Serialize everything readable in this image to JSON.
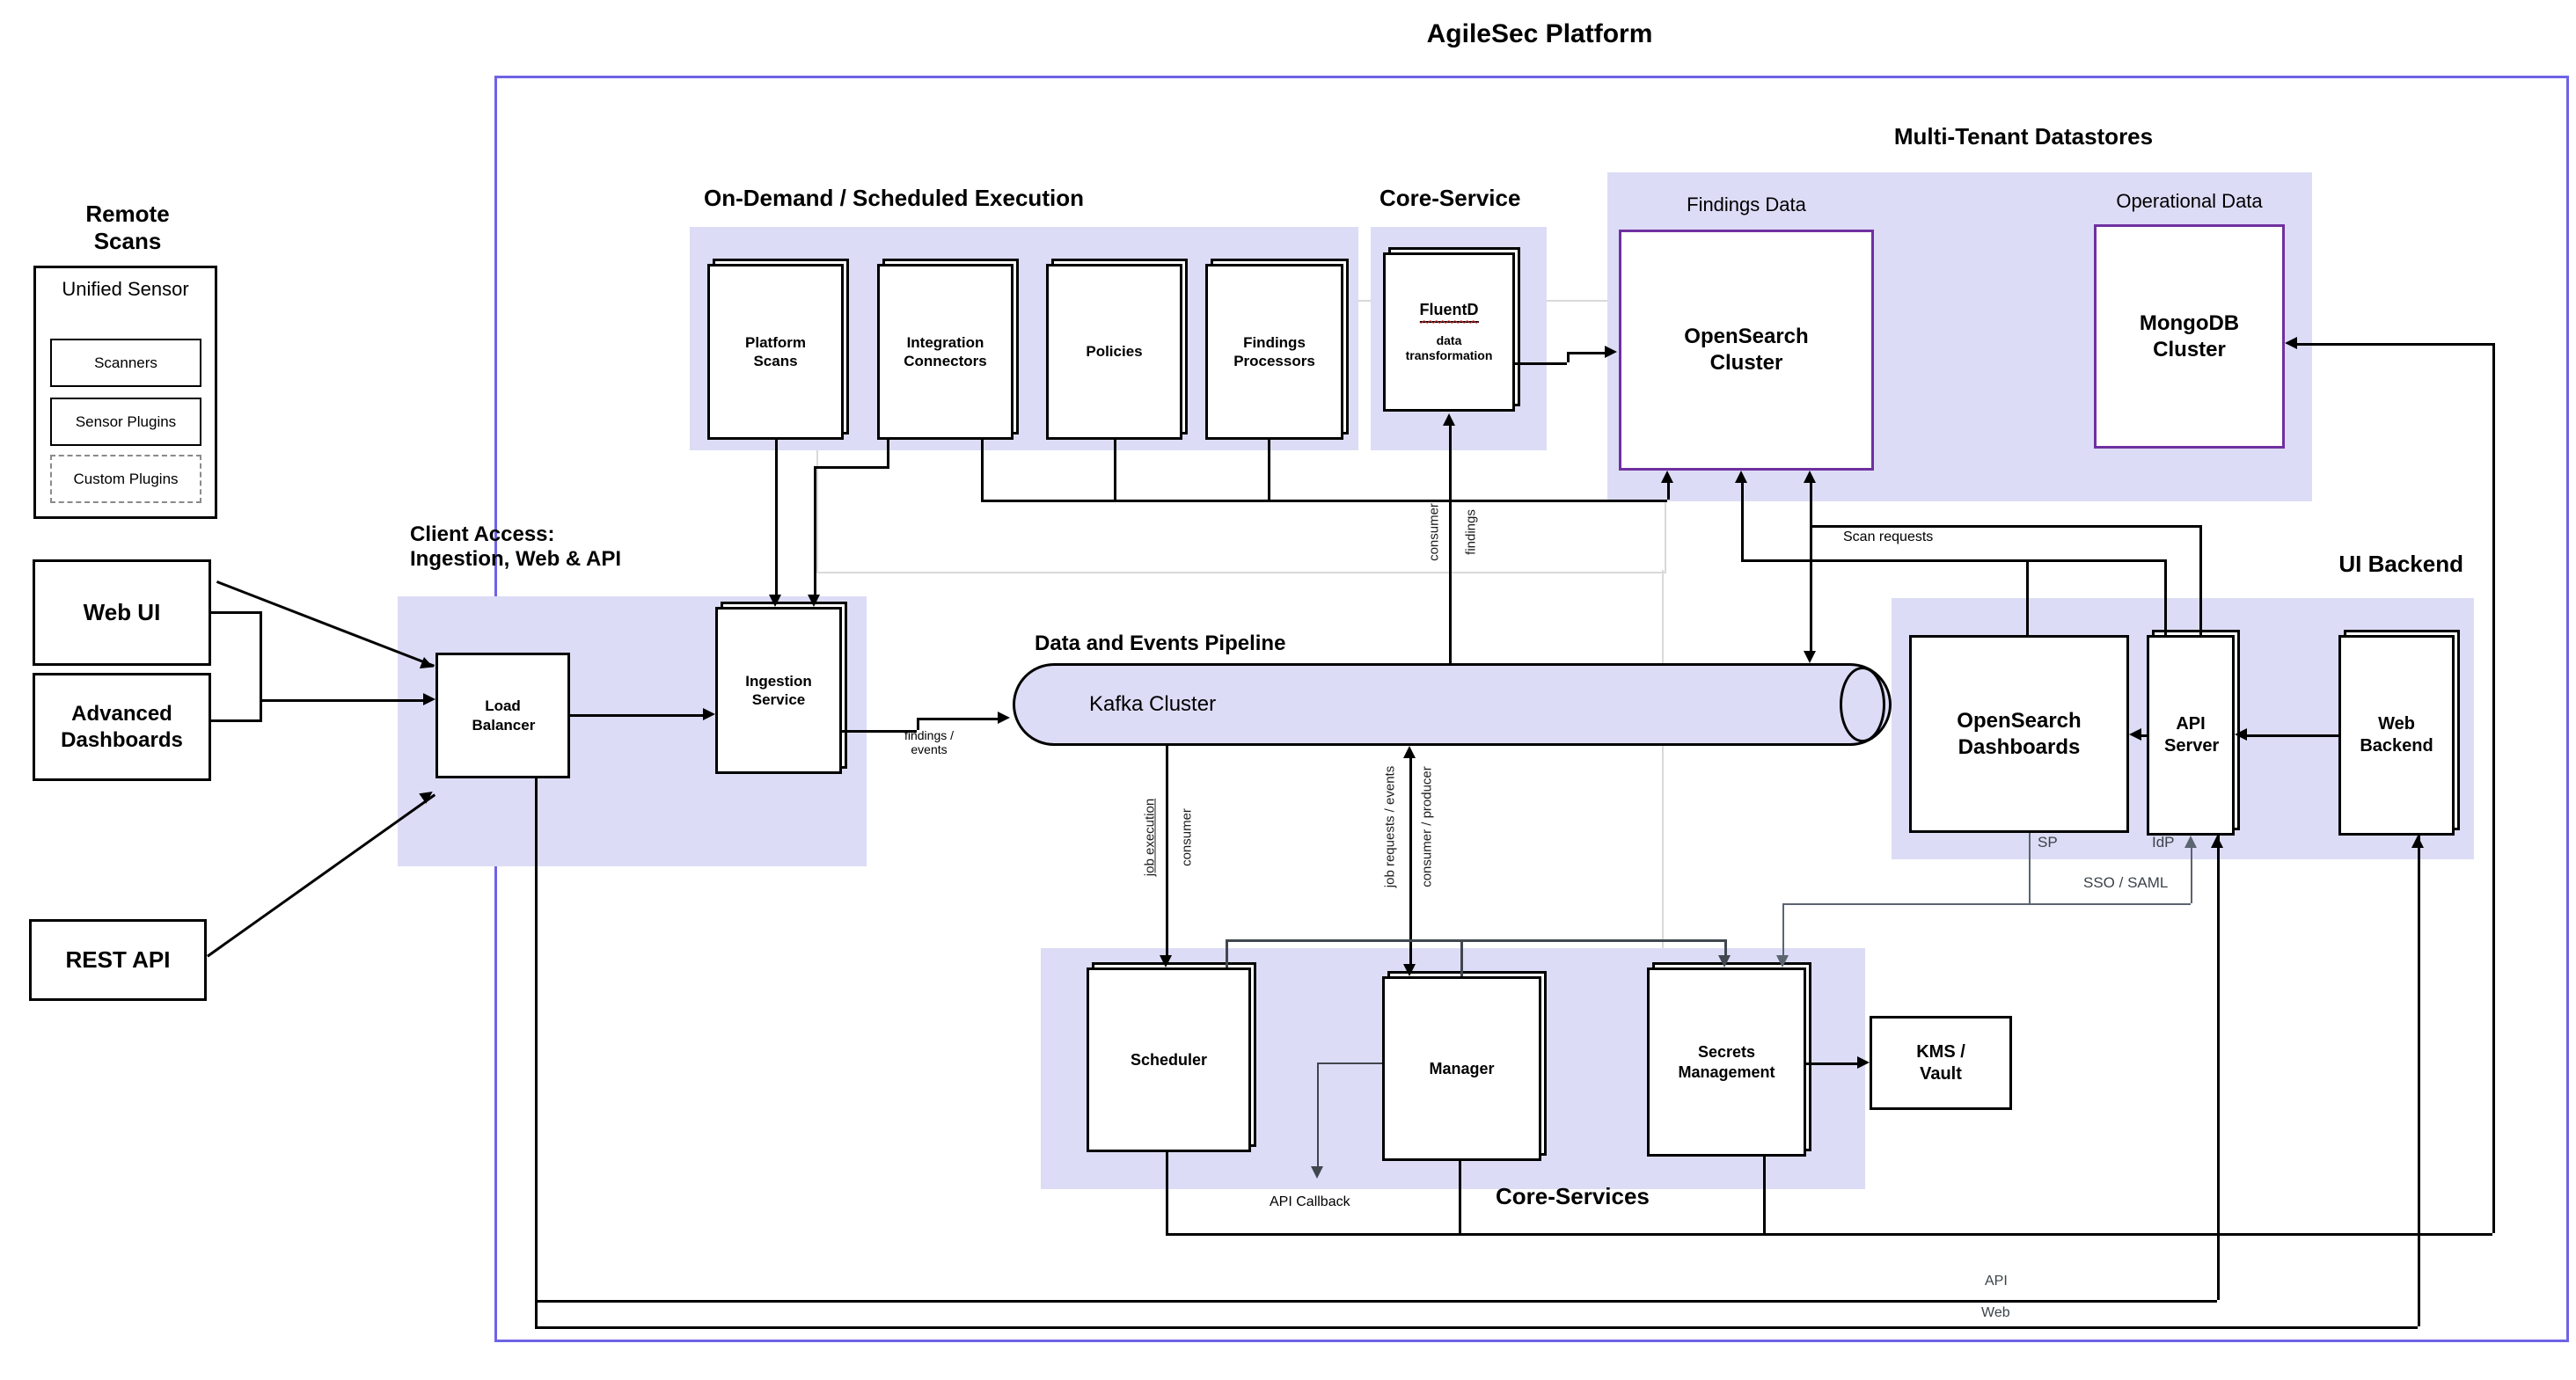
{
  "title": "AgileSec Platform",
  "colors": {
    "group_fill": "#dcdcf6",
    "platform_border": "#6e63e6",
    "datastore_border": "#7030a0",
    "line": "#000000",
    "service_bus_line": "#40474f",
    "sso_line": "#5b6570",
    "ghost_line": "#d9d9d9"
  },
  "external": {
    "remote_scans_label": "Remote Scans",
    "unified_sensor": "Unified Sensor",
    "scanners": "Scanners",
    "sensor_plugins": "Sensor Plugins",
    "custom_plugins": "Custom Plugins",
    "web_ui": "Web UI",
    "advanced_dashboards": "Advanced Dashboards",
    "rest_api": "REST API"
  },
  "client_access": {
    "label": "Client Access:\nIngestion, Web & API",
    "load_balancer": "Load Balancer",
    "ingestion_service": "Ingestion Service"
  },
  "on_demand": {
    "label": "On-Demand  / Scheduled Execution",
    "platform_scans": "Platform Scans",
    "integration_connectors": "Integration Connectors",
    "policies": "Policies",
    "findings_processors": "Findings Processors"
  },
  "core_service": {
    "label": "Core-Service",
    "fluentd": "FluentD",
    "fluentd_sub": "data transformation"
  },
  "datastores": {
    "label": "Multi-Tenant Datastores",
    "findings_data": "Findings Data",
    "opensearch_cluster": "OpenSearch Cluster",
    "operational_data": "Operational  Data",
    "mongodb_cluster": "MongoDB Cluster"
  },
  "pipeline": {
    "label": "Data and Events Pipeline",
    "kafka": "Kafka Cluster"
  },
  "ui_backend": {
    "label": "UI Backend",
    "opensearch_dashboards": "OpenSearch Dashboards",
    "api_server": "API Server",
    "web_backend": "Web Backend",
    "sp": "SP",
    "idp": "IdP",
    "sso_saml": "SSO / SAML"
  },
  "core_services": {
    "label": "Core-Services",
    "scheduler": "Scheduler",
    "manager": "Manager",
    "secrets_management": "Secrets Management",
    "kms_vault": "KMS / Vault",
    "api_callback": "API Callback"
  },
  "edge_labels": {
    "findings_events": "findings /\nevents",
    "consumer": "consumer",
    "findings": "findings",
    "job_execution": "job execution",
    "job_exec_consumer": "consumer",
    "job_requests": "job requests / events",
    "consumer_producer": "consumer / producer",
    "scan_requests": "Scan requests",
    "api": "API",
    "web": "Web"
  }
}
